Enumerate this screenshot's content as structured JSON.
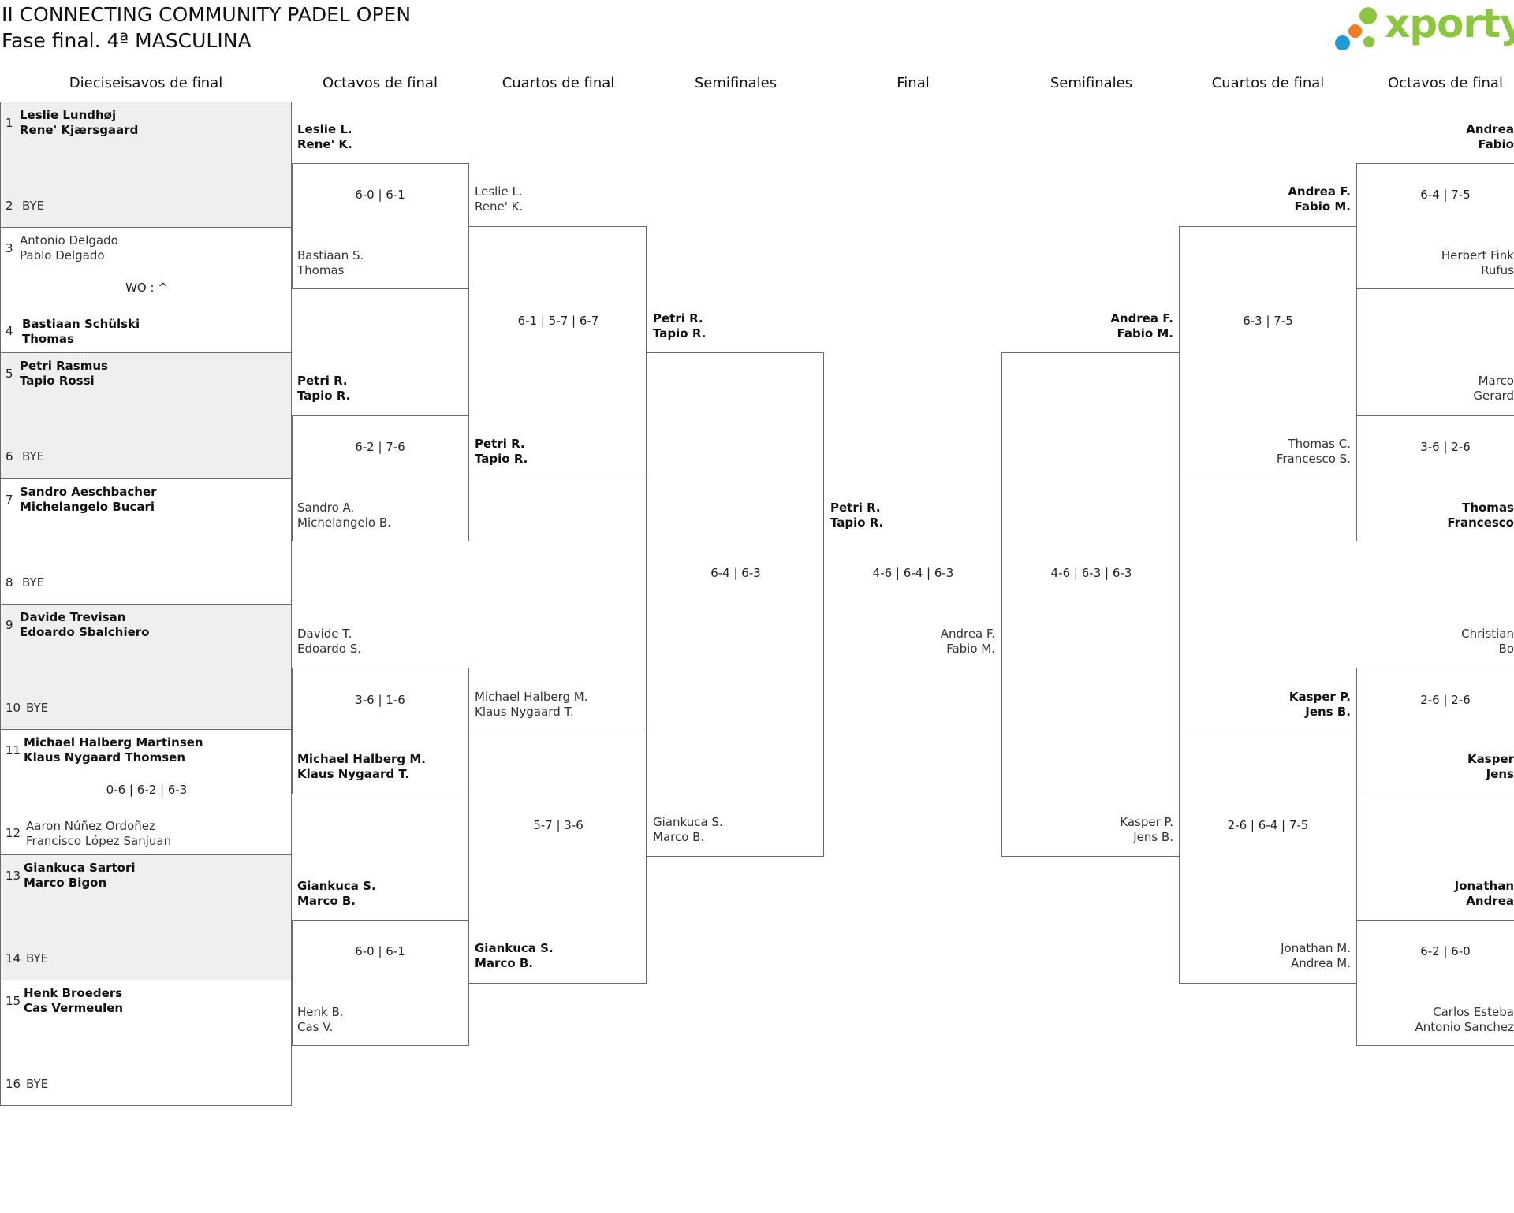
{
  "title": {
    "line1": "II CONNECTING COMMUNITY PADEL OPEN",
    "line2": "Fase final. 4ª MASCULINA"
  },
  "logo": {
    "text": "xporty"
  },
  "colors": {
    "shade": "#efefef",
    "border": "#6b6b6b",
    "logo_green": "#8cc63e",
    "logo_orange": "#ef7d22",
    "logo_blue": "#1e9ad6"
  },
  "headers": [
    "Dieciseisavos de final",
    "Octavos de final",
    "Cuartos de final",
    "Semifinales",
    "Final",
    "Semifinales",
    "Cuartos de final",
    "Octavos de final"
  ],
  "first_round": [
    {
      "seed": "1",
      "p1": "Leslie Lundhøj",
      "p2": "Rene' Kjærsgaard",
      "winner": true,
      "score": ""
    },
    {
      "seed": "2",
      "p1": "BYE",
      "p2": "",
      "winner": false,
      "score": ""
    },
    {
      "seed": "3",
      "p1": "Antonio Delgado",
      "p2": "Pablo Delgado",
      "winner": false,
      "score": "WO : ^"
    },
    {
      "seed": "4",
      "p1": "Bastiaan Schülski",
      "p2": "Thomas",
      "winner": true,
      "score": ""
    },
    {
      "seed": "5",
      "p1": "Petri Rasmus",
      "p2": "Tapio Rossi",
      "winner": true,
      "score": ""
    },
    {
      "seed": "6",
      "p1": "BYE",
      "p2": "",
      "winner": false,
      "score": ""
    },
    {
      "seed": "7",
      "p1": "Sandro Aeschbacher",
      "p2": "Michelangelo Bucari",
      "winner": true,
      "score": ""
    },
    {
      "seed": "8",
      "p1": "BYE",
      "p2": "",
      "winner": false,
      "score": ""
    },
    {
      "seed": "9",
      "p1": "Davide Trevisan",
      "p2": "Edoardo Sbalchiero",
      "winner": true,
      "score": ""
    },
    {
      "seed": "10",
      "p1": "BYE",
      "p2": "",
      "winner": false,
      "score": ""
    },
    {
      "seed": "11",
      "p1": "Michael Halberg Martinsen",
      "p2": "Klaus Nygaard Thomsen",
      "winner": true,
      "score": "0-6 | 6-2 | 6-3"
    },
    {
      "seed": "12",
      "p1": "Aaron Núñez Ordoñez",
      "p2": "Francisco López Sanjuan",
      "winner": false,
      "score": ""
    },
    {
      "seed": "13",
      "p1": "Giankuca Sartori",
      "p2": "Marco Bigon",
      "winner": true,
      "score": ""
    },
    {
      "seed": "14",
      "p1": "BYE",
      "p2": "",
      "winner": false,
      "score": ""
    },
    {
      "seed": "15",
      "p1": "Henk Broeders",
      "p2": "Cas Vermeulen",
      "winner": true,
      "score": ""
    },
    {
      "seed": "16",
      "p1": "BYE",
      "p2": "",
      "winner": false,
      "score": ""
    }
  ],
  "left_octavos": [
    {
      "top": {
        "p1": "Leslie L.",
        "p2": "Rene' K.",
        "winner": true
      },
      "bottom": {
        "p1": "Bastiaan S.",
        "p2": "Thomas",
        "winner": false
      },
      "score": "6-0 | 6-1"
    },
    {
      "top": {
        "p1": "Petri R.",
        "p2": "Tapio R.",
        "winner": true
      },
      "bottom": {
        "p1": "Sandro A.",
        "p2": "Michelangelo B.",
        "winner": false
      },
      "score": "6-2 | 7-6"
    },
    {
      "top": {
        "p1": "Davide T.",
        "p2": "Edoardo S.",
        "winner": false
      },
      "bottom": {
        "p1": "Michael Halberg M.",
        "p2": "Klaus Nygaard T.",
        "winner": true
      },
      "score": "3-6 | 1-6"
    },
    {
      "top": {
        "p1": "Giankuca S.",
        "p2": "Marco B.",
        "winner": true
      },
      "bottom": {
        "p1": "Henk B.",
        "p2": "Cas V.",
        "winner": false
      },
      "score": "6-0 | 6-1"
    }
  ],
  "left_cuartos": [
    {
      "top": {
        "p1": "Leslie L.",
        "p2": "Rene' K.",
        "winner": false
      },
      "bottom": {
        "p1": "Petri R.",
        "p2": "Tapio R.",
        "winner": true
      },
      "score": "6-1 | 5-7 | 6-7"
    },
    {
      "top": {
        "p1": "Michael Halberg M.",
        "p2": "Klaus Nygaard T.",
        "winner": false
      },
      "bottom": {
        "p1": "Giankuca S.",
        "p2": "Marco B.",
        "winner": true
      },
      "score": "5-7 | 3-6"
    }
  ],
  "left_semis": {
    "top": {
      "p1": "Petri R.",
      "p2": "Tapio R.",
      "winner": true
    },
    "bottom": {
      "p1": "Giankuca S.",
      "p2": "Marco B.",
      "winner": false
    },
    "score": "6-4 | 6-3"
  },
  "final": {
    "top": {
      "p1": "Petri R.",
      "p2": "Tapio R.",
      "winner": true
    },
    "bottom": {
      "p1": "Andrea F.",
      "p2": "Fabio M.",
      "winner": false
    },
    "score": "4-6 | 6-4 | 6-3"
  },
  "right_semis": {
    "top": {
      "p1": "Andrea F.",
      "p2": "Fabio M.",
      "winner": true
    },
    "bottom": {
      "p1": "Kasper P.",
      "p2": "Jens B.",
      "winner": false
    },
    "score": "4-6 | 6-3 | 6-3"
  },
  "right_cuartos": [
    {
      "top": {
        "p1": "Andrea F.",
        "p2": "Fabio M.",
        "winner": true
      },
      "bottom": {
        "p1": "Thomas C.",
        "p2": "Francesco S.",
        "winner": false
      },
      "score": "6-3 | 7-5"
    },
    {
      "top": {
        "p1": "Kasper P.",
        "p2": "Jens B.",
        "winner": true
      },
      "bottom": {
        "p1": "Jonathan M.",
        "p2": "Andrea M.",
        "winner": false
      },
      "score": "2-6 | 6-4 | 7-5"
    }
  ],
  "right_octavos": [
    {
      "top": {
        "p1": "Andrea",
        "p2": "Fabio",
        "winner": true
      },
      "bottom": {
        "p1": "Herbert Fink",
        "p2": "Rufus",
        "winner": false
      },
      "score": "6-4 | 7-5"
    },
    {
      "top": {
        "p1": "Marco",
        "p2": "Gerard",
        "winner": false
      },
      "bottom": {
        "p1": "Thomas",
        "p2": "Francesco",
        "winner": true
      },
      "score": "3-6 | 2-6"
    },
    {
      "top": {
        "p1": "Christian",
        "p2": "Bo",
        "winner": false
      },
      "bottom": {
        "p1": "Kasper",
        "p2": "Jens",
        "winner": true
      },
      "score": "2-6 | 2-6"
    },
    {
      "top": {
        "p1": "Jonathan",
        "p2": "Andrea",
        "winner": true
      },
      "bottom": {
        "p1": "Carlos Esteba",
        "p2": "Antonio Sanchez",
        "winner": false
      },
      "score": "6-2 | 6-0"
    }
  ]
}
